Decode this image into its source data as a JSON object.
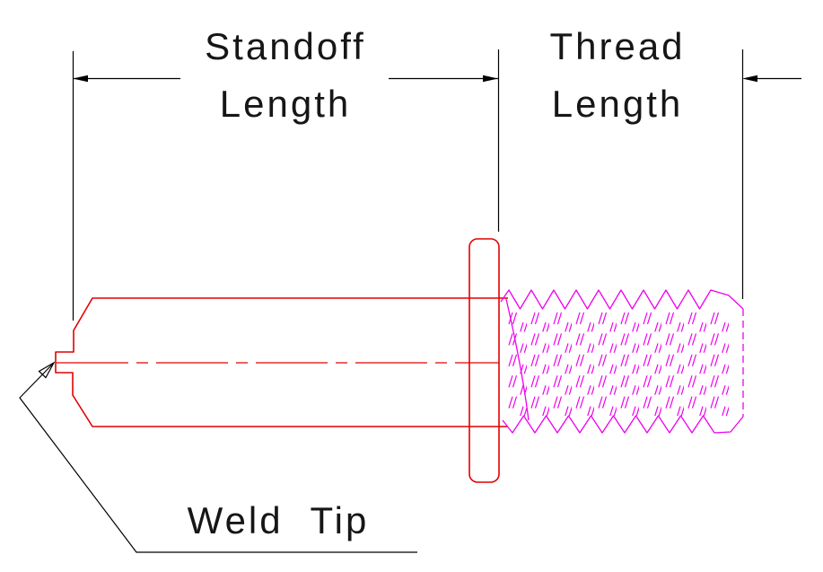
{
  "drawing": {
    "type": "technical-drawing",
    "subject": "weld stud with standoff and thread dimensions"
  },
  "labels": {
    "standoff": {
      "line1": "Standoff",
      "line2": "Length"
    },
    "thread": {
      "line1": "Thread",
      "line2": "Length"
    },
    "weld_tip": "Weld Tip"
  },
  "colors": {
    "body_outline": "#e10000",
    "centerline": "#e10000",
    "threads": "#ee00ee",
    "dimension_lines": "#000000",
    "text": "#161616",
    "background": "#ffffff"
  }
}
